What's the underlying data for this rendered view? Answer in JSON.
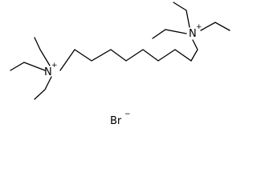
{
  "molecule": {
    "nitrogen_left": {
      "symbol": "N",
      "charge": "+"
    },
    "nitrogen_right": {
      "symbol": "N",
      "charge": "+"
    },
    "counterion": {
      "symbol": "Br",
      "charge": "−"
    }
  }
}
